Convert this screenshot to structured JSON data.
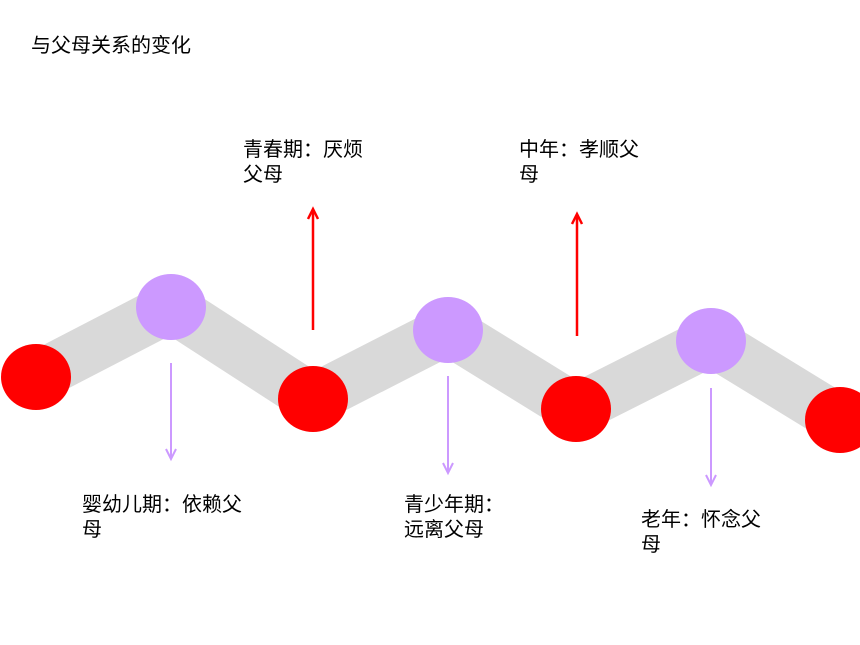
{
  "title": "与父母关系的变化",
  "stages": [
    {
      "label_line1": "婴幼儿期：依赖父",
      "label_line2": "母",
      "arrow": "down"
    },
    {
      "label_line1": "青春期：厌烦",
      "label_line2": "父母",
      "arrow": "up"
    },
    {
      "label_line1": "青少年期：",
      "label_line2": "远离父母",
      "arrow": "down"
    },
    {
      "label_line1": "中年：孝顺父",
      "label_line2": "母",
      "arrow": "up"
    },
    {
      "label_line1": "老年：怀念父",
      "label_line2": "母",
      "arrow": "down"
    }
  ],
  "colors": {
    "band": "#d9d9d9",
    "low_node": "#ff0000",
    "high_node": "#cc99ff",
    "up_arrow": "#ff0000",
    "down_arrow": "#cc99ff"
  }
}
